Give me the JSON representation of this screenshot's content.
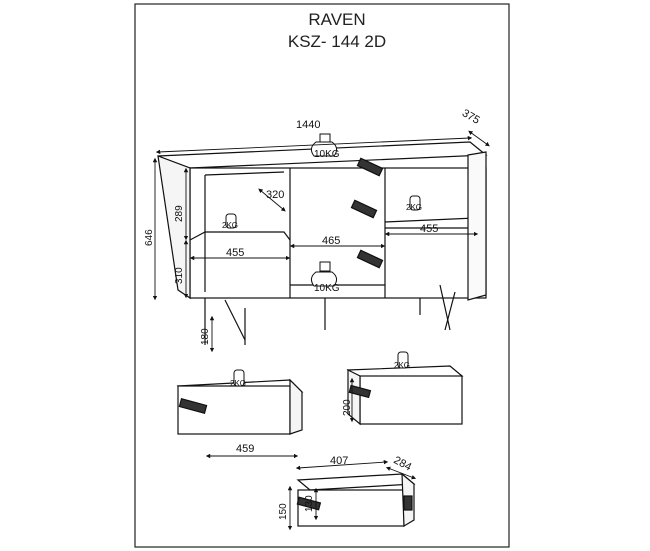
{
  "header": {
    "model": "RAVEN",
    "code": "KSZ- 144 2D"
  },
  "dimensions": {
    "width": "1440",
    "depth": "375",
    "height": "646",
    "upper_shelf": "289",
    "lower_shelf": "310",
    "inner_depth": "320",
    "left_section": "455",
    "middle_section": "465",
    "right_section": "455",
    "leg_height": "180",
    "drawer_width": "459",
    "drawer_height": "200",
    "bottom_drawer_width": "407",
    "bottom_drawer_depth": "284",
    "bottom_drawer_outer_height": "150",
    "bottom_drawer_inner_height": "130"
  },
  "load_labels": {
    "top": "10KG",
    "middle": "10KG",
    "shelf": "2KG"
  },
  "colors": {
    "line": "#111111",
    "frame": "#222222"
  }
}
